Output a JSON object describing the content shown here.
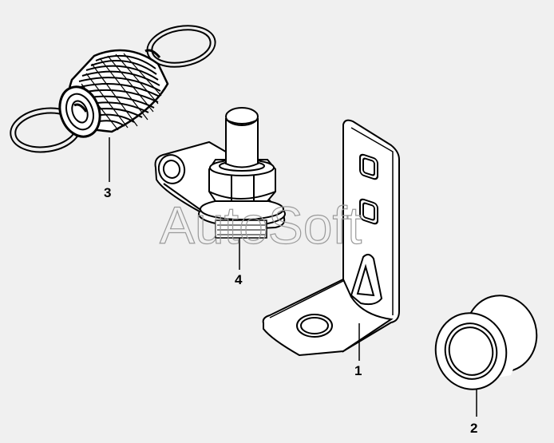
{
  "background": "#f0f0f0",
  "line_color": "#000000",
  "watermark": {
    "text": "AutoSoft"
  },
  "callouts": [
    {
      "id": "1",
      "label": "1"
    },
    {
      "id": "2",
      "label": "2"
    },
    {
      "id": "3",
      "label": "3"
    },
    {
      "id": "4",
      "label": "4"
    }
  ],
  "parts": {
    "spring": "spring-icon",
    "bracket": "angle-bracket-icon",
    "bushing": "bushing-icon",
    "pin_clamp": "pin-clamp-icon"
  }
}
